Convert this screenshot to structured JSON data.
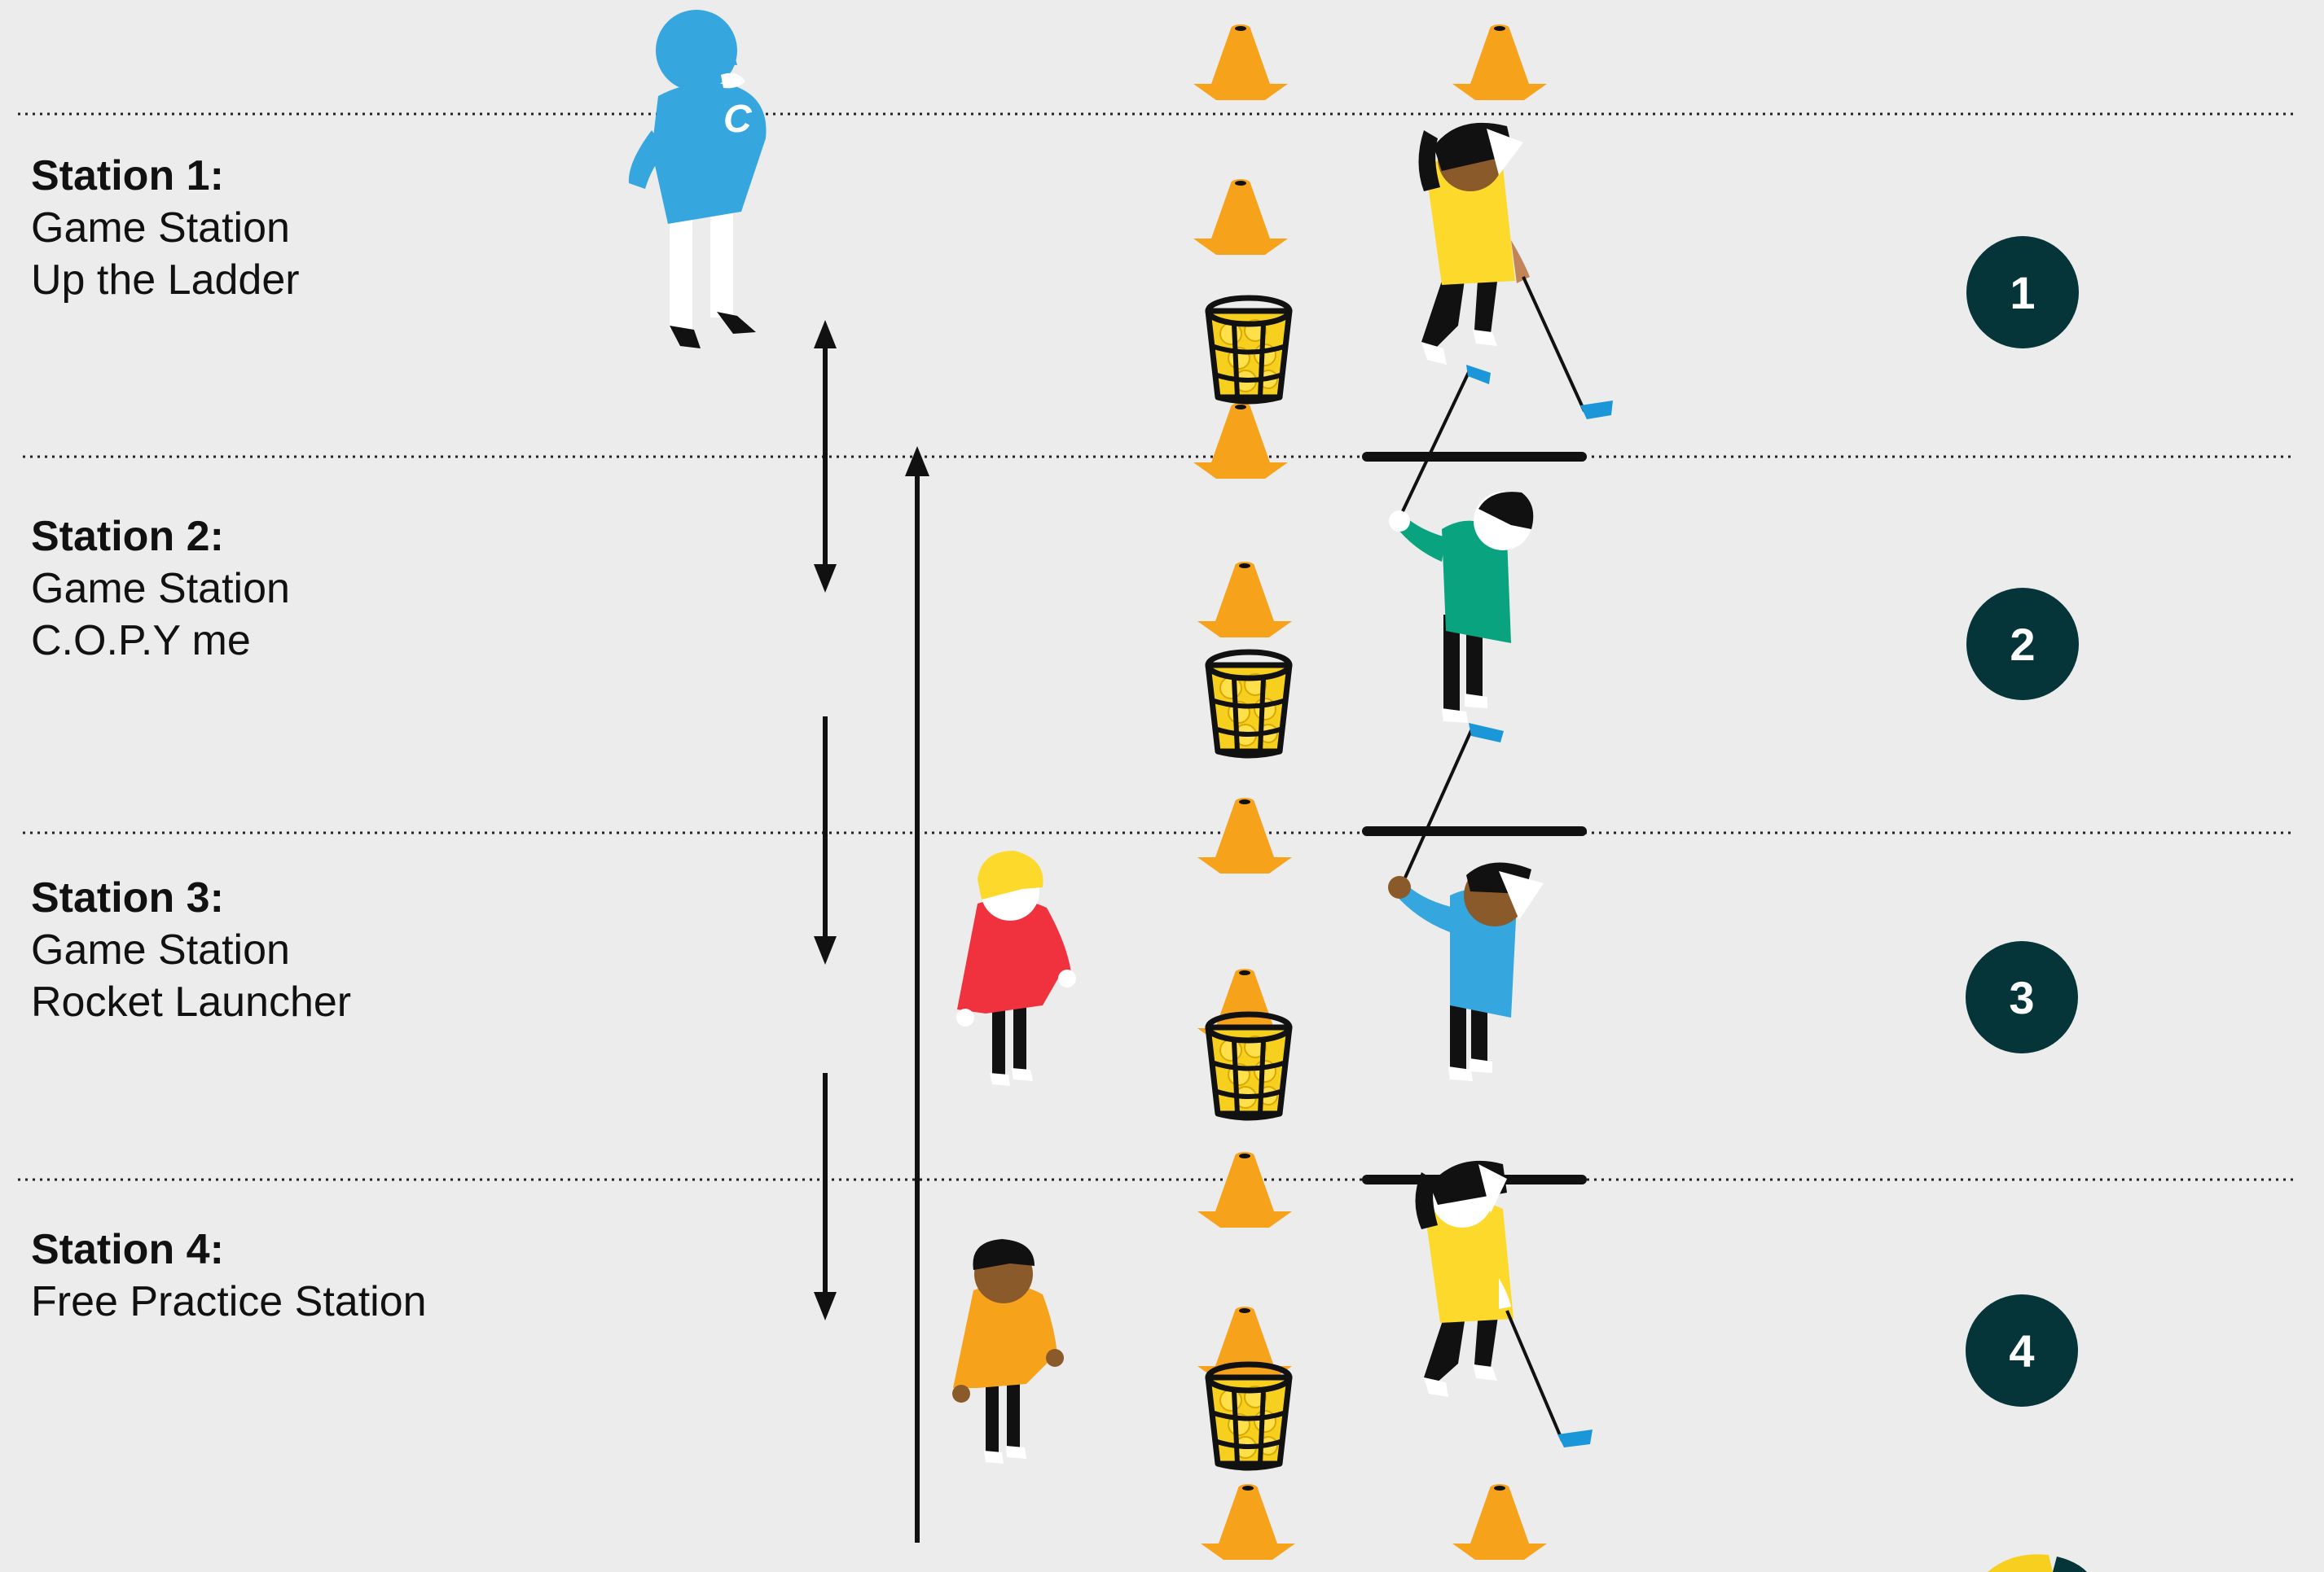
{
  "stations": [
    {
      "title": "Station 1:",
      "lines": [
        "Game Station",
        "Up the Ladder"
      ],
      "number": "1"
    },
    {
      "title": "Station 2:",
      "lines": [
        "Game Station",
        "C.O.P.Y me"
      ],
      "number": "2"
    },
    {
      "title": "Station 3:",
      "lines": [
        "Game Station",
        "Rocket Launcher"
      ],
      "number": "3"
    },
    {
      "title": "Station 4:",
      "lines": [
        "Free Practice Station"
      ],
      "number": "4"
    }
  ],
  "coach_shirt_letter": "C",
  "colors": {
    "background": "#ececec",
    "badge": "#053539",
    "cone": "#f7a21b",
    "ball": "#f6cf1f",
    "coach": "#36a6df",
    "shirt_yellow": "#fcd92a",
    "shirt_green": "#0aa37f",
    "shirt_blue": "#36a6df",
    "shirt_red": "#f0323e",
    "shirt_orange": "#f7a21b",
    "club_head": "#1b96d8"
  }
}
